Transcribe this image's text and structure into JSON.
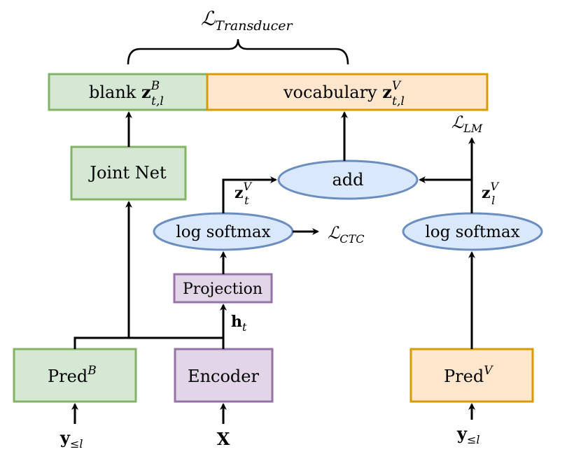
{
  "colors": {
    "green_fill": "#d5e8d4",
    "green_stroke": "#82b366",
    "orange_fill": "#ffe6cc",
    "orange_stroke": "#d79b00",
    "blue_fill": "#dae8fc",
    "blue_stroke": "#6c8ebf",
    "purple_fill": "#e1d5e7",
    "purple_stroke": "#9673a6",
    "line": "#000000"
  },
  "labels": {
    "loss_transducer": {
      "main": "ℒ",
      "sub": "Transducer"
    },
    "blank": {
      "word": "blank ",
      "var": "z",
      "sup": "B",
      "sub": "t,l"
    },
    "vocabulary": {
      "word": "vocabulary ",
      "var": "z",
      "sup": "V",
      "sub": "t,l"
    },
    "loss_lm": {
      "main": "ℒ",
      "sub": "LM"
    },
    "joint_net": "Joint Net",
    "add": "add",
    "z_t": {
      "var": "z",
      "sup": "V",
      "sub": "t"
    },
    "z_l": {
      "var": "z",
      "sup": "V",
      "sub": "l"
    },
    "log_softmax_left": "log softmax",
    "log_softmax_right": "log softmax",
    "loss_ctc": {
      "main": "ℒ",
      "sub": "CTC"
    },
    "projection": "Projection",
    "h_t": {
      "var": "h",
      "sub": "t"
    },
    "pred_b": {
      "word": "Pred",
      "sup": "B"
    },
    "encoder": "Encoder",
    "pred_v": {
      "word": "Pred",
      "sup": "V"
    },
    "y_left": {
      "var": "y",
      "sub": "≤l"
    },
    "x_input": "X",
    "y_right": {
      "var": "y",
      "sub": "≤l"
    }
  }
}
